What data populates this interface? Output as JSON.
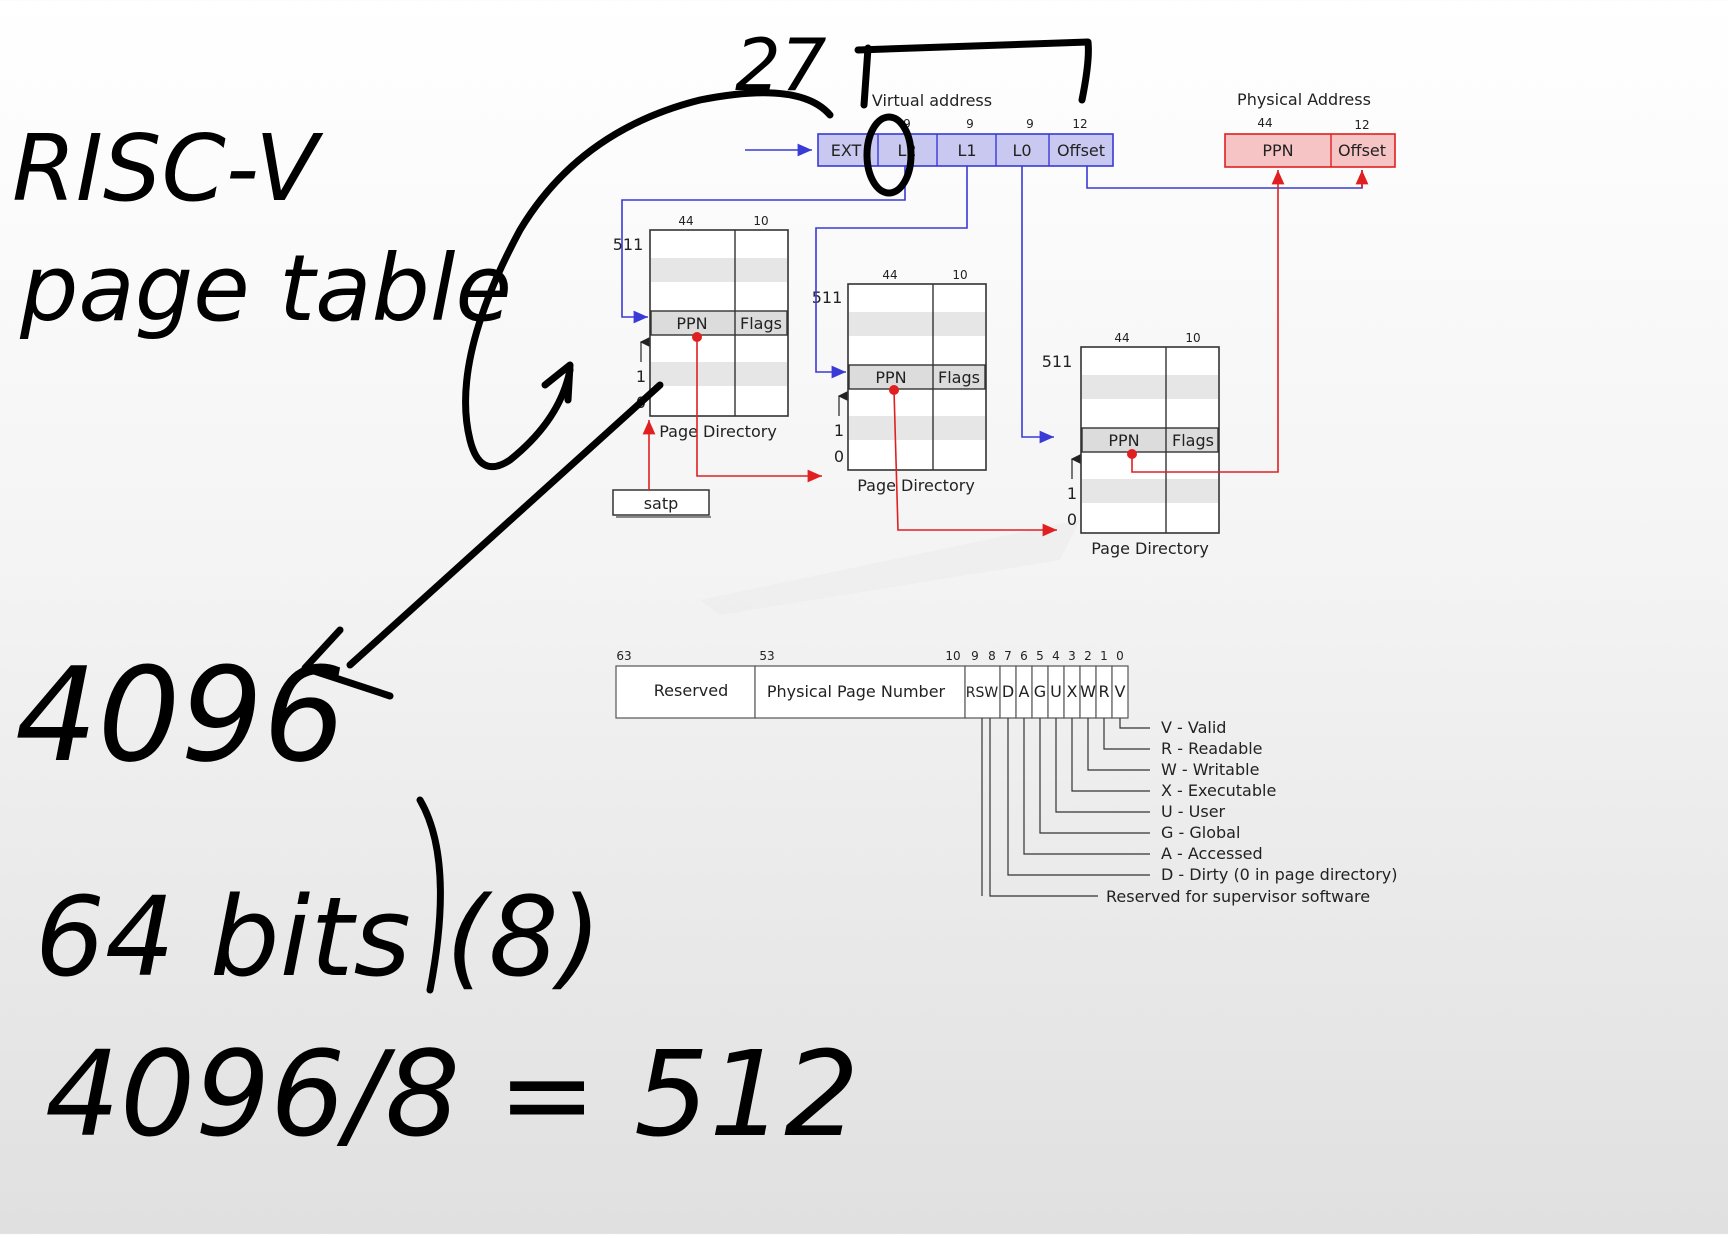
{
  "handwriting": {
    "title_line1": "RISC-V",
    "title_line2": "page table",
    "bits_27": "27",
    "size_4096": "4096",
    "entry_size": "64 bits (8)",
    "division": "4096/8 = 512"
  },
  "virtual_address": {
    "label": "Virtual address",
    "fields": [
      {
        "name": "EXT",
        "bits": ""
      },
      {
        "name": "L2",
        "bits": "9"
      },
      {
        "name": "L1",
        "bits": "9"
      },
      {
        "name": "L0",
        "bits": "9"
      },
      {
        "name": "Offset",
        "bits": "12"
      }
    ]
  },
  "physical_address": {
    "label": "Physical Address",
    "fields": [
      {
        "name": "PPN",
        "bits": "44"
      },
      {
        "name": "Offset",
        "bits": "12"
      }
    ]
  },
  "page_directories": [
    {
      "label": "Page Directory",
      "ppn_bits": "44",
      "flag_bits": "10",
      "top_index": "511",
      "index_1": "1",
      "index_0": "0",
      "ppn": "PPN",
      "flags": "Flags"
    },
    {
      "label": "Page Directory",
      "ppn_bits": "44",
      "flag_bits": "10",
      "top_index": "511",
      "index_1": "1",
      "index_0": "0",
      "ppn": "PPN",
      "flags": "Flags"
    },
    {
      "label": "Page Directory",
      "ppn_bits": "44",
      "flag_bits": "10",
      "top_index": "511",
      "index_1": "1",
      "index_0": "0",
      "ppn": "PPN",
      "flags": "Flags"
    }
  ],
  "satp": "satp",
  "pte": {
    "bit_positions": [
      "63",
      "53",
      "10",
      "9",
      "8",
      "7",
      "6",
      "5",
      "4",
      "3",
      "2",
      "1",
      "0"
    ],
    "fields": [
      "Reserved",
      "Physical Page Number",
      "RSW",
      "D",
      "A",
      "G",
      "U",
      "X",
      "W",
      "R",
      "V"
    ]
  },
  "flag_legend": [
    "V - Valid",
    "R  - Readable",
    "W - Writable",
    "X - Executable",
    "U - User",
    "G - Global",
    "A - Accessed",
    "D - Dirty (0 in page directory)",
    "Reserved for supervisor software"
  ],
  "colors": {
    "blue_fill": "#c8c8f0",
    "blue_stroke": "#3a3ad6",
    "red_fill": "#f6c4c4",
    "red_stroke": "#e02020"
  }
}
